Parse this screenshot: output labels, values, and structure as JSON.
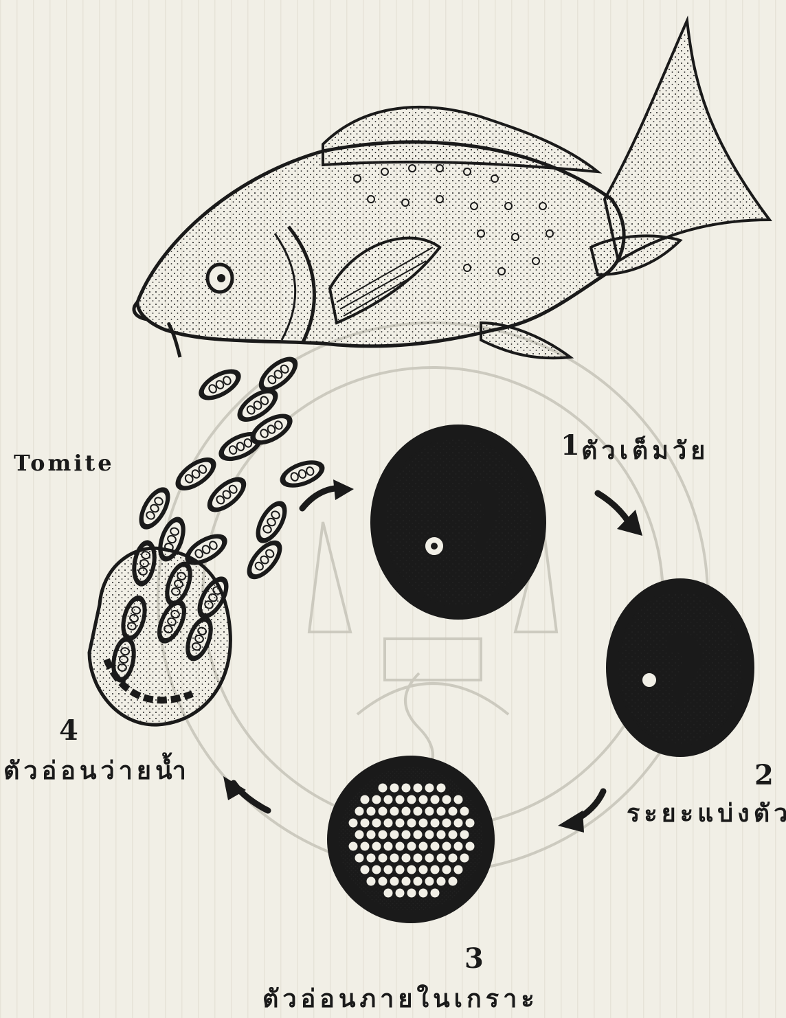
{
  "diagram": {
    "tomite_label": "Tomite",
    "stages": [
      {
        "number": "1",
        "caption": "ตัวเต็มวัย"
      },
      {
        "number": "2",
        "caption": "ระยะแบ่งตัว"
      },
      {
        "number": "3",
        "caption": "ตัวอ่อนภายในเกราะ"
      },
      {
        "number": "4",
        "caption": "ตัวอ่อนว่ายน้ำ"
      }
    ]
  },
  "colors": {
    "ink": "#1a1a1a",
    "paper": "#f1efe6",
    "watermark": "#c9c6bb"
  }
}
